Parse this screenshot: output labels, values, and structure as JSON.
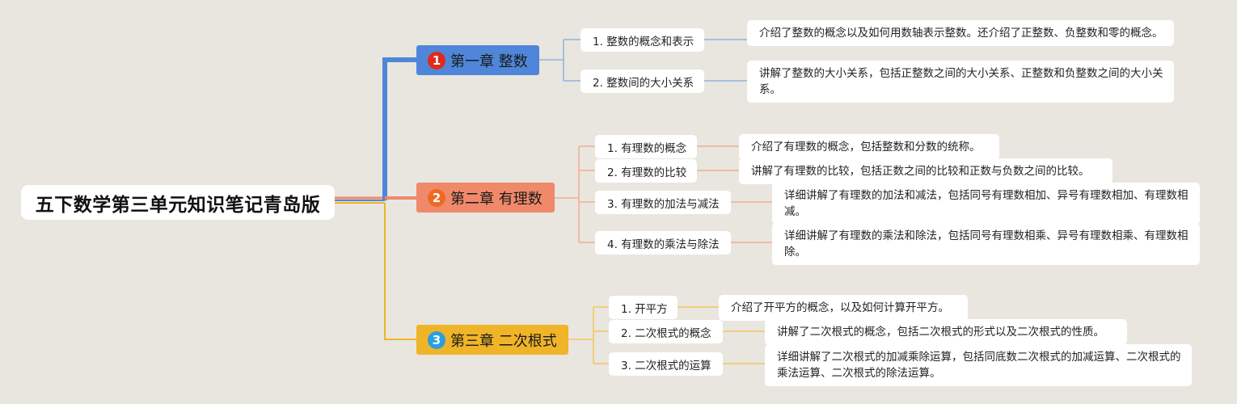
{
  "title": "五下数学第三单元知识笔记青岛版",
  "colors": {
    "background": "#e8e6de",
    "chapter1": "#4f86d9",
    "chapter2": "#f0896a",
    "chapter3": "#f0b429",
    "badge1": "#e02a1a",
    "badge2": "#ee6a24",
    "badge3": "#2a9ee0"
  },
  "chapters": [
    {
      "badge": "1",
      "label": "第一章 整数",
      "topics": [
        {
          "label": "1. 整数的概念和表示",
          "detail": "介绍了整数的概念以及如何用数轴表示整数。还介绍了正整数、负整数和零的概念。"
        },
        {
          "label": "2. 整数间的大小关系",
          "detail": "讲解了整数的大小关系，包括正整数之间的大小关系、正整数和负整数之间的大小关系。"
        }
      ]
    },
    {
      "badge": "2",
      "label": "第二章 有理数",
      "topics": [
        {
          "label": "1. 有理数的概念",
          "detail": "介绍了有理数的概念，包括整数和分数的统称。"
        },
        {
          "label": "2. 有理数的比较",
          "detail": "讲解了有理数的比较，包括正数之间的比较和正数与负数之间的比较。"
        },
        {
          "label": "3. 有理数的加法与减法",
          "detail": "详细讲解了有理数的加法和减法，包括同号有理数相加、异号有理数相加、有理数相减。"
        },
        {
          "label": "4. 有理数的乘法与除法",
          "detail": "详细讲解了有理数的乘法和除法，包括同号有理数相乘、异号有理数相乘、有理数相除。"
        }
      ]
    },
    {
      "badge": "3",
      "label": "第三章 二次根式",
      "topics": [
        {
          "label": "1. 开平方",
          "detail": "介绍了开平方的概念，以及如何计算开平方。"
        },
        {
          "label": "2. 二次根式的概念",
          "detail": "讲解了二次根式的概念，包括二次根式的形式以及二次根式的性质。"
        },
        {
          "label": "3. 二次根式的运算",
          "detail": "详细讲解了二次根式的加减乘除运算，包括同底数二次根式的加减运算、二次根式的乘法运算、二次根式的除法运算。"
        }
      ]
    }
  ]
}
